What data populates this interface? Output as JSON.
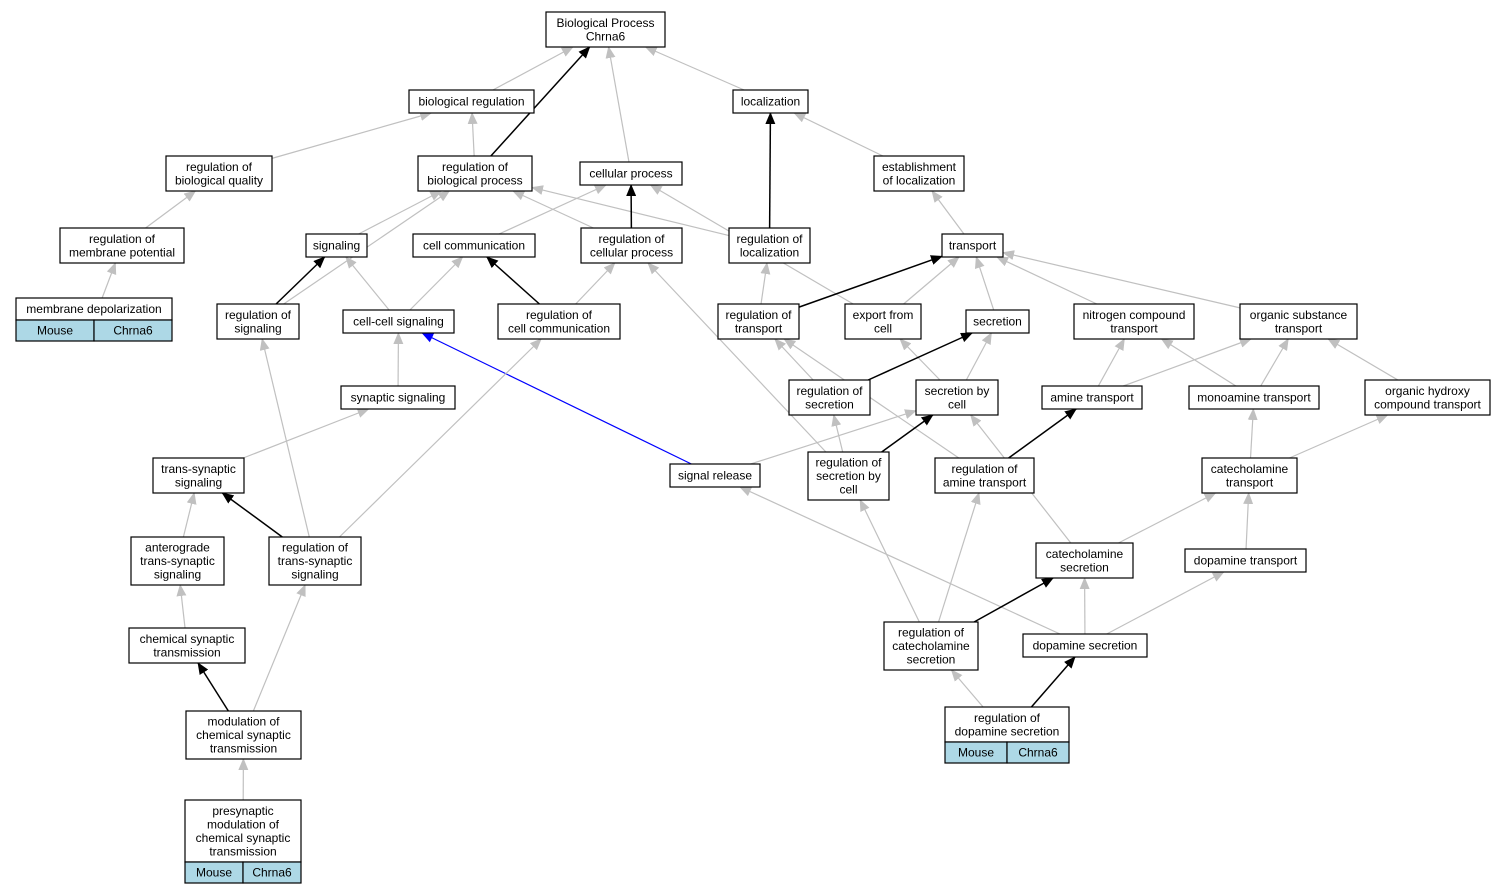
{
  "diagram": {
    "nodes": [
      {
        "id": "root",
        "lines": [
          "Biological Process",
          "Chrna6"
        ]
      },
      {
        "id": "bioreg",
        "lines": [
          "biological regulation"
        ]
      },
      {
        "id": "localization",
        "lines": [
          "localization"
        ]
      },
      {
        "id": "regbioqual",
        "lines": [
          "regulation of",
          "biological quality"
        ]
      },
      {
        "id": "regbioproc",
        "lines": [
          "regulation of",
          "biological process"
        ]
      },
      {
        "id": "cellproc",
        "lines": [
          "cellular process"
        ]
      },
      {
        "id": "estloc",
        "lines": [
          "establishment",
          "of localization"
        ]
      },
      {
        "id": "regmempot",
        "lines": [
          "regulation of",
          "membrane potential"
        ]
      },
      {
        "id": "signaling",
        "lines": [
          "signaling"
        ]
      },
      {
        "id": "cellcomm",
        "lines": [
          "cell communication"
        ]
      },
      {
        "id": "regcellproc",
        "lines": [
          "regulation of",
          "cellular process"
        ]
      },
      {
        "id": "regloc",
        "lines": [
          "regulation of",
          "localization"
        ]
      },
      {
        "id": "transport",
        "lines": [
          "transport"
        ]
      },
      {
        "id": "memdepol",
        "lines": [
          "membrane depolarization"
        ],
        "annotation": [
          "Mouse",
          "Chrna6"
        ]
      },
      {
        "id": "regsignaling",
        "lines": [
          "regulation of",
          "signaling"
        ]
      },
      {
        "id": "cellcellsig",
        "lines": [
          "cell-cell signaling"
        ]
      },
      {
        "id": "regcellcomm",
        "lines": [
          "regulation of",
          "cell communication"
        ]
      },
      {
        "id": "regtransport",
        "lines": [
          "regulation of",
          "transport"
        ]
      },
      {
        "id": "exportcell",
        "lines": [
          "export from",
          "cell"
        ]
      },
      {
        "id": "secretion",
        "lines": [
          "secretion"
        ]
      },
      {
        "id": "nitrogen",
        "lines": [
          "nitrogen compound",
          "transport"
        ]
      },
      {
        "id": "orgsub",
        "lines": [
          "organic substance",
          "transport"
        ]
      },
      {
        "id": "synsig",
        "lines": [
          "synaptic signaling"
        ]
      },
      {
        "id": "regsecretion",
        "lines": [
          "regulation of",
          "secretion"
        ]
      },
      {
        "id": "secbycell",
        "lines": [
          "secretion by",
          "cell"
        ]
      },
      {
        "id": "amine",
        "lines": [
          "amine transport"
        ]
      },
      {
        "id": "monoamine",
        "lines": [
          "monoamine transport"
        ]
      },
      {
        "id": "orghydroxy",
        "lines": [
          "organic hydroxy",
          "compound transport"
        ]
      },
      {
        "id": "transsyn",
        "lines": [
          "trans-synaptic",
          "signaling"
        ]
      },
      {
        "id": "sigrelease",
        "lines": [
          "signal release"
        ]
      },
      {
        "id": "regsecbycell",
        "lines": [
          "regulation of",
          "secretion by",
          "cell"
        ]
      },
      {
        "id": "regamine",
        "lines": [
          "regulation of",
          "amine transport"
        ]
      },
      {
        "id": "catechtrans",
        "lines": [
          "catecholamine",
          "transport"
        ]
      },
      {
        "id": "antero",
        "lines": [
          "anterograde",
          "trans-synaptic",
          "signaling"
        ]
      },
      {
        "id": "regtranssyn",
        "lines": [
          "regulation of",
          "trans-synaptic",
          "signaling"
        ]
      },
      {
        "id": "catechsec",
        "lines": [
          "catecholamine",
          "secretion"
        ]
      },
      {
        "id": "dopatrans",
        "lines": [
          "dopamine transport"
        ]
      },
      {
        "id": "chemsyn",
        "lines": [
          "chemical synaptic",
          "transmission"
        ]
      },
      {
        "id": "regcatechsec",
        "lines": [
          "regulation of",
          "catecholamine",
          "secretion"
        ]
      },
      {
        "id": "dopasec",
        "lines": [
          "dopamine secretion"
        ]
      },
      {
        "id": "modchemsyn",
        "lines": [
          "modulation of",
          "chemical synaptic",
          "transmission"
        ]
      },
      {
        "id": "regdopasec",
        "lines": [
          "regulation of",
          "dopamine secretion"
        ],
        "annotation": [
          "Mouse",
          "Chrna6"
        ]
      },
      {
        "id": "presyn",
        "lines": [
          "presynaptic",
          "modulation of",
          "chemical synaptic",
          "transmission"
        ],
        "annotation": [
          "Mouse",
          "Chrna6"
        ]
      }
    ],
    "edges": [
      {
        "from": "bioreg",
        "to": "root",
        "style": "gray"
      },
      {
        "from": "regbioproc",
        "to": "root",
        "style": "black"
      },
      {
        "from": "cellproc",
        "to": "root",
        "style": "gray"
      },
      {
        "from": "localization",
        "to": "root",
        "style": "gray"
      },
      {
        "from": "regbioqual",
        "to": "bioreg",
        "style": "gray"
      },
      {
        "from": "regbioproc",
        "to": "bioreg",
        "style": "gray"
      },
      {
        "from": "estloc",
        "to": "localization",
        "style": "gray"
      },
      {
        "from": "regloc",
        "to": "localization",
        "style": "black"
      },
      {
        "from": "regmempot",
        "to": "regbioqual",
        "style": "gray"
      },
      {
        "from": "signaling",
        "to": "regbioproc",
        "style": "gray"
      },
      {
        "from": "regsignaling",
        "to": "regbioproc",
        "style": "gray"
      },
      {
        "from": "regcellproc",
        "to": "regbioproc",
        "style": "gray"
      },
      {
        "from": "regloc",
        "to": "regbioproc",
        "style": "gray"
      },
      {
        "from": "cellcomm",
        "to": "cellproc",
        "style": "gray"
      },
      {
        "from": "regcellproc",
        "to": "cellproc",
        "style": "black"
      },
      {
        "from": "exportcell",
        "to": "cellproc",
        "style": "gray"
      },
      {
        "from": "transport",
        "to": "estloc",
        "style": "gray"
      },
      {
        "from": "memdepol",
        "to": "regmempot",
        "style": "gray"
      },
      {
        "from": "regsignaling",
        "to": "signaling",
        "style": "black"
      },
      {
        "from": "cellcellsig",
        "to": "signaling",
        "style": "gray"
      },
      {
        "from": "cellcellsig",
        "to": "cellcomm",
        "style": "gray"
      },
      {
        "from": "regcellcomm",
        "to": "cellcomm",
        "style": "black"
      },
      {
        "from": "regcellcomm",
        "to": "regcellproc",
        "style": "gray"
      },
      {
        "from": "regsecbycell",
        "to": "regcellproc",
        "style": "gray"
      },
      {
        "from": "regtransport",
        "to": "regloc",
        "style": "gray"
      },
      {
        "from": "regtransport",
        "to": "transport",
        "style": "black"
      },
      {
        "from": "exportcell",
        "to": "transport",
        "style": "gray"
      },
      {
        "from": "secretion",
        "to": "transport",
        "style": "gray"
      },
      {
        "from": "nitrogen",
        "to": "transport",
        "style": "gray"
      },
      {
        "from": "orgsub",
        "to": "transport",
        "style": "gray"
      },
      {
        "from": "regtranssyn",
        "to": "regsignaling",
        "style": "gray"
      },
      {
        "from": "synsig",
        "to": "cellcellsig",
        "style": "gray"
      },
      {
        "from": "sigrelease",
        "to": "cellcellsig",
        "style": "blue"
      },
      {
        "from": "regtranssyn",
        "to": "regcellcomm",
        "style": "gray"
      },
      {
        "from": "regsecretion",
        "to": "regtransport",
        "style": "gray"
      },
      {
        "from": "regamine",
        "to": "regtransport",
        "style": "gray"
      },
      {
        "from": "secbycell",
        "to": "exportcell",
        "style": "gray"
      },
      {
        "from": "regsecretion",
        "to": "secretion",
        "style": "black"
      },
      {
        "from": "secbycell",
        "to": "secretion",
        "style": "gray"
      },
      {
        "from": "amine",
        "to": "nitrogen",
        "style": "gray"
      },
      {
        "from": "monoamine",
        "to": "nitrogen",
        "style": "gray"
      },
      {
        "from": "amine",
        "to": "orgsub",
        "style": "gray"
      },
      {
        "from": "monoamine",
        "to": "orgsub",
        "style": "gray"
      },
      {
        "from": "orghydroxy",
        "to": "orgsub",
        "style": "gray"
      },
      {
        "from": "transsyn",
        "to": "synsig",
        "style": "gray"
      },
      {
        "from": "regsecbycell",
        "to": "regsecretion",
        "style": "gray"
      },
      {
        "from": "sigrelease",
        "to": "secbycell",
        "style": "gray"
      },
      {
        "from": "regsecbycell",
        "to": "secbycell",
        "style": "black"
      },
      {
        "from": "catechsec",
        "to": "secbycell",
        "style": "gray"
      },
      {
        "from": "regamine",
        "to": "amine",
        "style": "black"
      },
      {
        "from": "catechtrans",
        "to": "monoamine",
        "style": "gray"
      },
      {
        "from": "catechtrans",
        "to": "orghydroxy",
        "style": "gray"
      },
      {
        "from": "antero",
        "to": "transsyn",
        "style": "gray"
      },
      {
        "from": "regtranssyn",
        "to": "transsyn",
        "style": "black"
      },
      {
        "from": "dopasec",
        "to": "sigrelease",
        "style": "gray"
      },
      {
        "from": "regcatechsec",
        "to": "regsecbycell",
        "style": "gray"
      },
      {
        "from": "regcatechsec",
        "to": "regamine",
        "style": "gray"
      },
      {
        "from": "catechsec",
        "to": "catechtrans",
        "style": "gray"
      },
      {
        "from": "dopatrans",
        "to": "catechtrans",
        "style": "gray"
      },
      {
        "from": "chemsyn",
        "to": "antero",
        "style": "gray"
      },
      {
        "from": "modchemsyn",
        "to": "regtranssyn",
        "style": "gray"
      },
      {
        "from": "regcatechsec",
        "to": "catechsec",
        "style": "black"
      },
      {
        "from": "dopasec",
        "to": "catechsec",
        "style": "gray"
      },
      {
        "from": "dopasec",
        "to": "dopatrans",
        "style": "gray"
      },
      {
        "from": "modchemsyn",
        "to": "chemsyn",
        "style": "black"
      },
      {
        "from": "regdopasec",
        "to": "regcatechsec",
        "style": "gray"
      },
      {
        "from": "regdopasec",
        "to": "dopasec",
        "style": "black"
      },
      {
        "from": "presyn",
        "to": "modchemsyn",
        "style": "gray"
      }
    ],
    "colors": {
      "edge_default": "#c0c0c0",
      "edge_direct": "#000000",
      "edge_highlight": "#0000ff",
      "annotation_fill": "#add8e6",
      "node_fill": "#ffffff",
      "node_border": "#000000"
    }
  }
}
